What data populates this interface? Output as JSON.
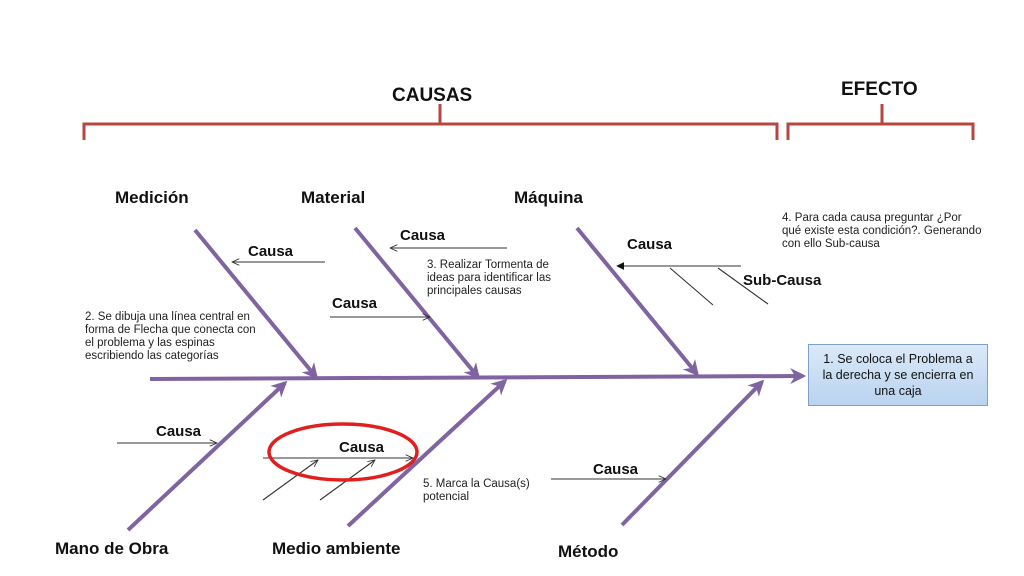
{
  "headers": {
    "causes": "CAUSAS",
    "effect": "EFECTO"
  },
  "categories": {
    "medicion": "Medición",
    "material": "Material",
    "maquina": "Máquina",
    "mano_obra": "Mano de Obra",
    "medio_ambiente": "Medio ambiente",
    "metodo": "Método"
  },
  "causes": {
    "medicion": "Causa",
    "material_top": "Causa",
    "material_bottom": "Causa",
    "maquina": "Causa",
    "subcausa": "Sub-Causa",
    "mano_obra": "Causa",
    "medio_ambiente": "Causa",
    "metodo": "Causa"
  },
  "notes": {
    "step1": "1. Se coloca el Problema a la derecha y se encierra en una caja",
    "step2": "2. Se dibuja una línea central en forma de Flecha que conecta con el problema y las espinas escribiendo las categorías",
    "step3": "3. Realizar Tormenta de ideas para identificar las principales causas",
    "step4": "4. Para cada causa preguntar ¿Por qué existe esta condición?. Generando con ello Sub-causa",
    "step5": "5. Marca la Causa(s) potencial"
  },
  "colors": {
    "bracket": "#b5473f",
    "spine": "#8064a2",
    "highlight": "#e02020",
    "box_fill": "#c9ddf4",
    "box_border": "#7e9fc8"
  }
}
